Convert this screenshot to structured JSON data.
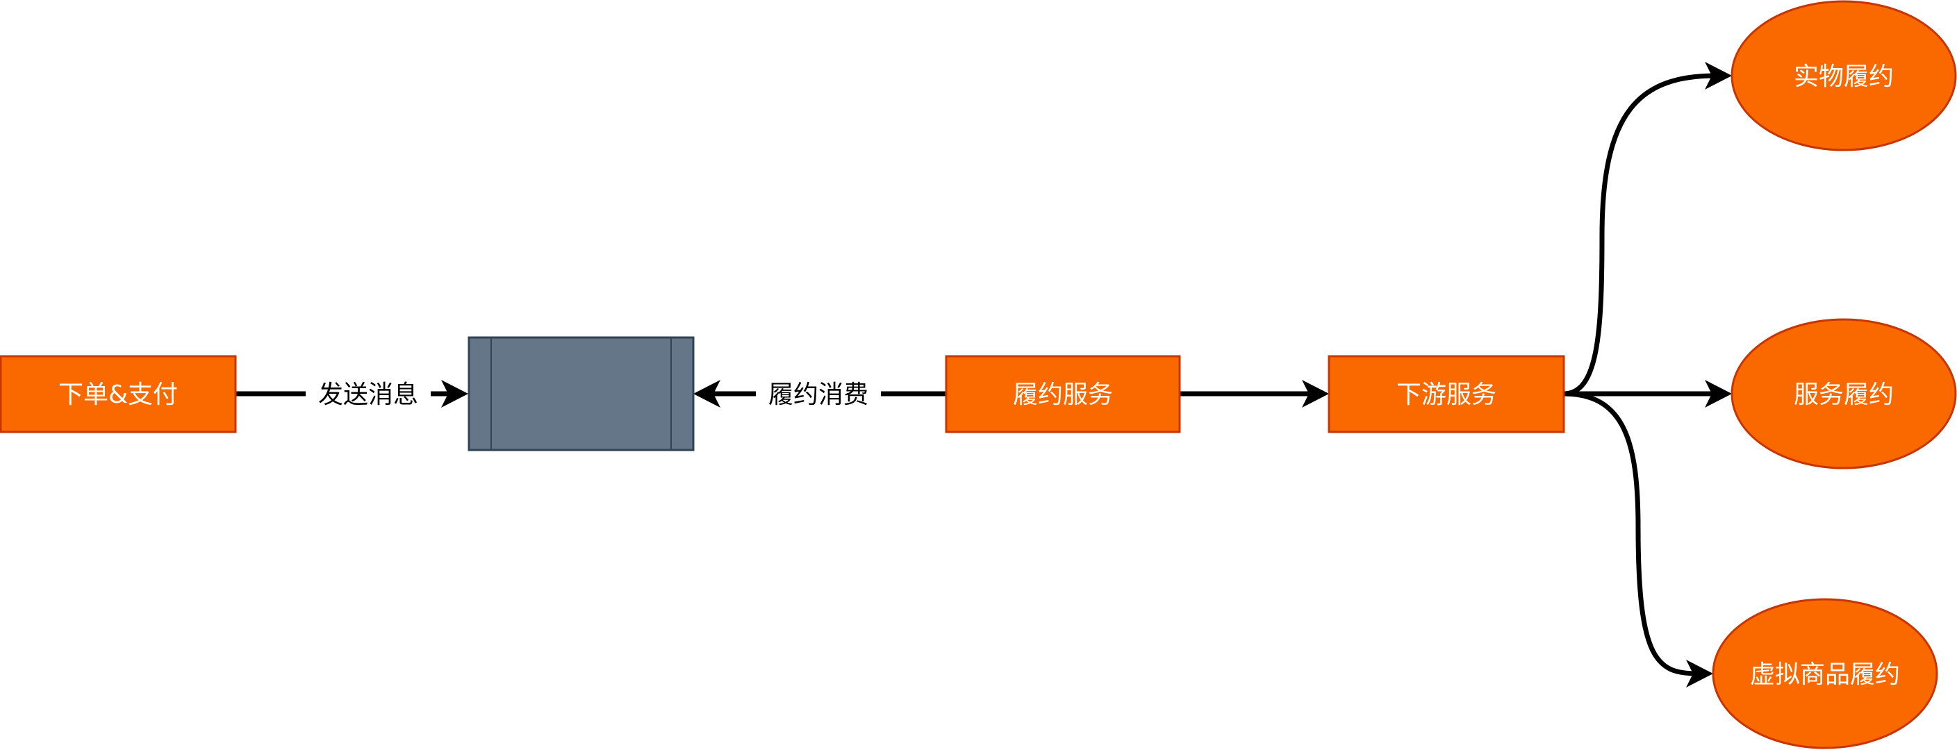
{
  "colors": {
    "node_fill": "#fa6800",
    "node_stroke": "#c73500",
    "queue_fill": "#647687",
    "queue_stroke": "#314354",
    "edge": "#000000"
  },
  "nodes": {
    "order_pay": "下单&支付",
    "fulfillment_service": "履约服务",
    "downstream_service": "下游服务",
    "physical": "实物履约",
    "service": "服务履约",
    "virtual": "虚拟商品履约"
  },
  "edges": {
    "send_message": "发送消息",
    "consume": "履约消费"
  }
}
